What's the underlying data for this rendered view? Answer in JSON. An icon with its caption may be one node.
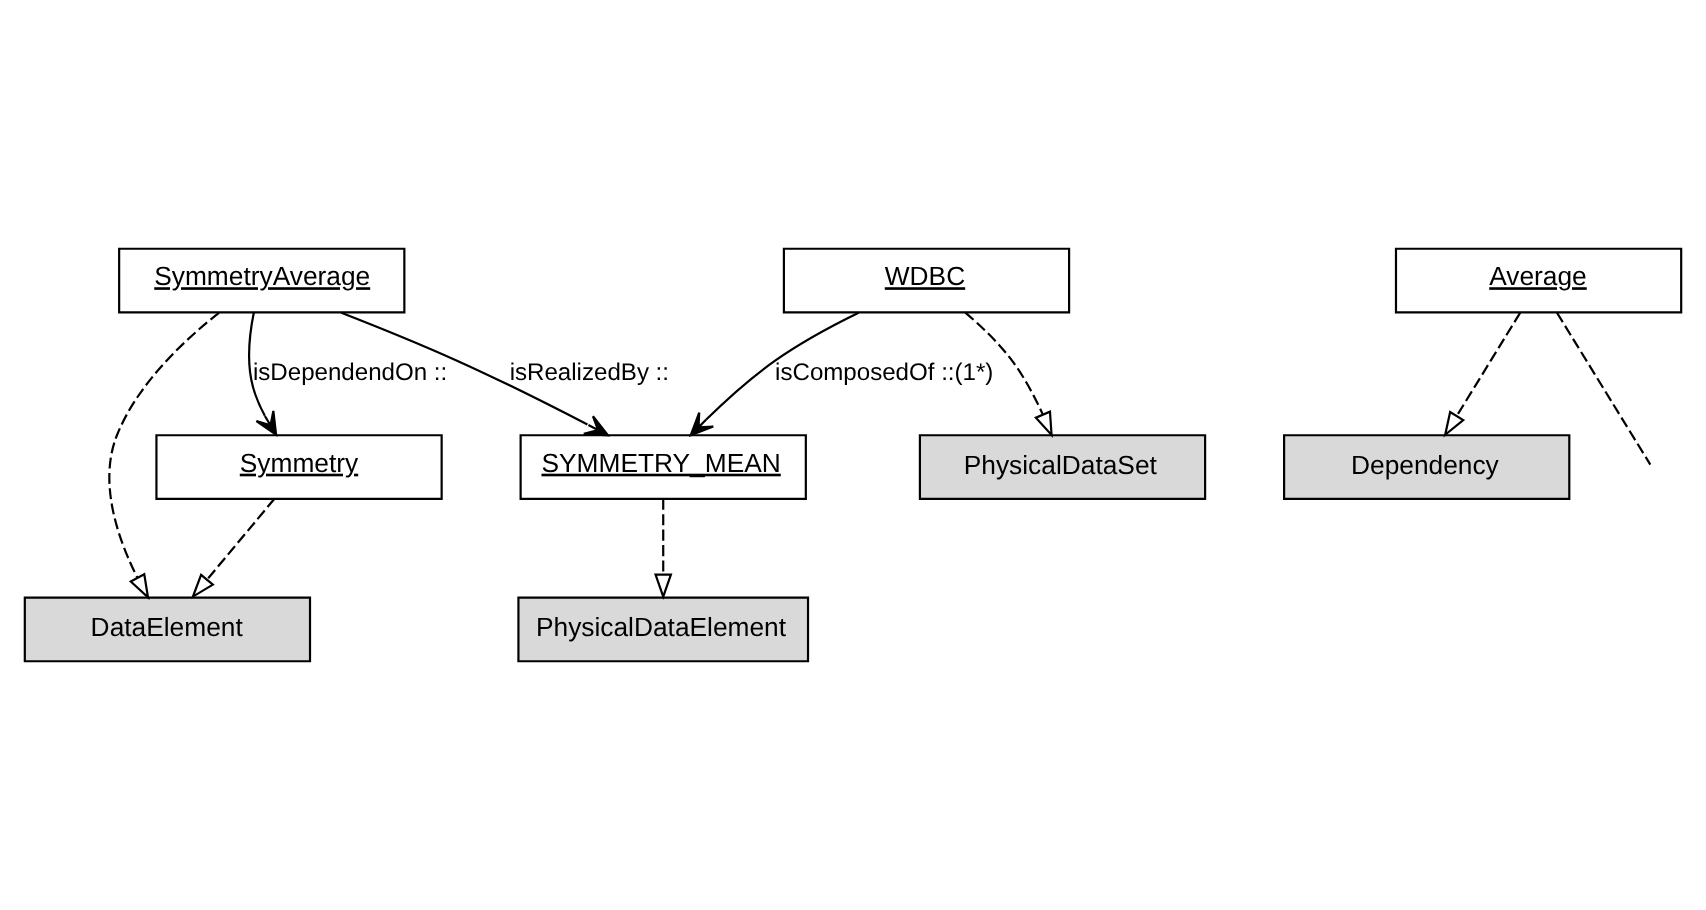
{
  "diagram": {
    "nodes": [
      {
        "text": [
          "DataElement"
        ]
      },
      {
        "text": [
          "Symmetry"
        ]
      },
      {
        "text": [
          "Average"
        ]
      },
      {
        "text": [
          "Dependency"
        ]
      },
      {
        "text": [
          "SymmetryAverage"
        ]
      },
      {
        "text": [
          "PhysicalDataSet"
        ]
      },
      {
        "text": [
          "WDBC"
        ]
      },
      {
        "text": [
          "SYMMETRY_MEAN"
        ]
      },
      {
        "text": [
          "PhysicalDataElement"
        ]
      }
    ],
    "edges": [
      {
        "from": 1,
        "to": 0,
        "arrow": "to",
        "style": "dashed"
      },
      {
        "from": 2,
        "to": 3,
        "arrow": "to",
        "style": "dashed"
      },
      {
        "from": 4,
        "to": 0,
        "arrow": "to",
        "style": "dashed"
      },
      {
        "from": 4,
        "to": 1,
        "arrow": "to",
        "label": "isDependendOn ::"
      },
      {
        "from": 2,
        "to": null,
        "arrow": "none",
        "style": "dashed"
      },
      {
        "from": 4,
        "to": 7,
        "arrow": "to",
        "label": "isRealizedBy ::"
      },
      {
        "from": 6,
        "to": 5,
        "arrow": "to",
        "style": "dashed"
      },
      {
        "from": 6,
        "to": 7,
        "arrow": "to",
        "label": "isComposedOf ::(1*)"
      },
      {
        "from": 7,
        "to": 8,
        "arrow": "to",
        "style": "dashed"
      }
    ]
  }
}
